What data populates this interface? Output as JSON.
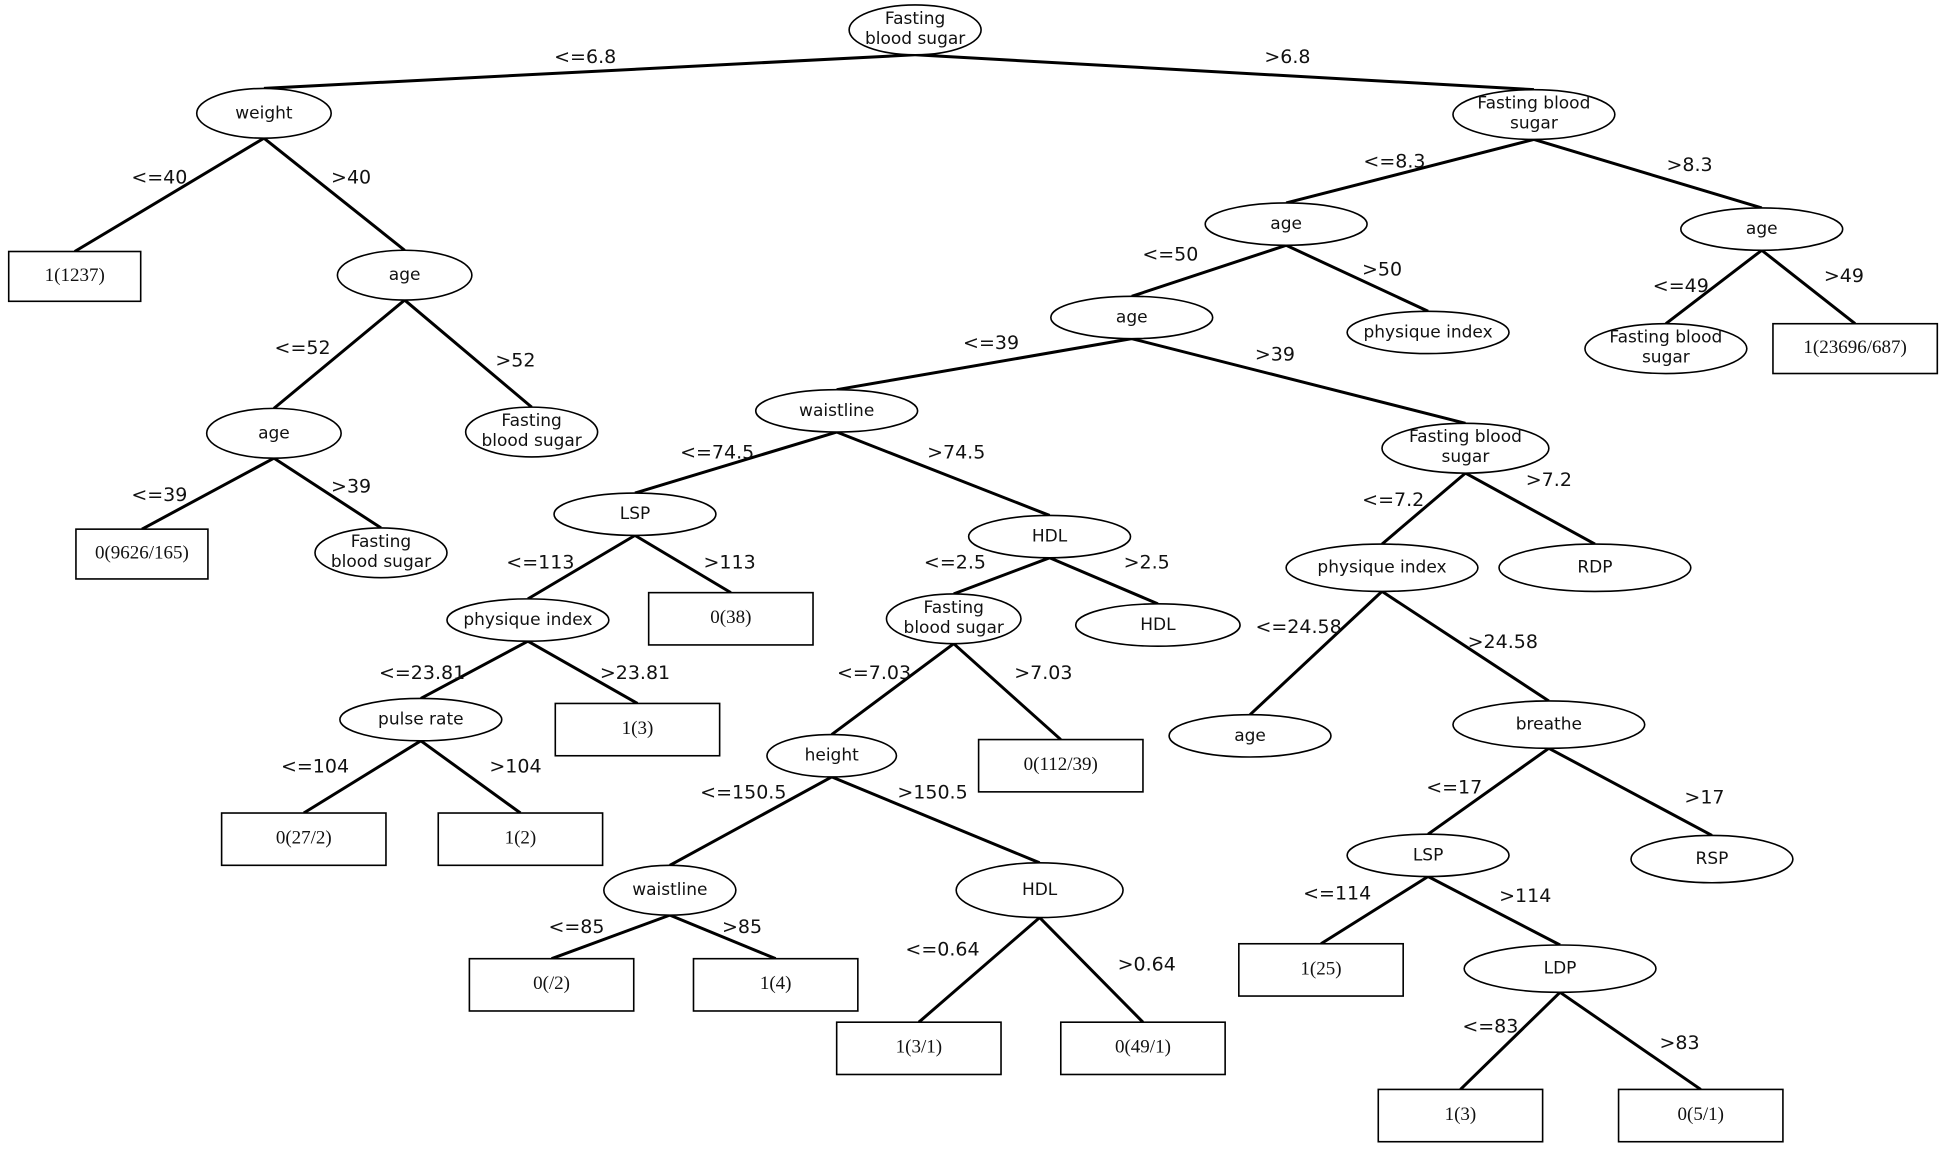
{
  "nodes": {
    "root": "Fasting blood sugar",
    "weight": "weight",
    "fbs_r": "Fasting blood sugar",
    "leaf_1237": "1(1237)",
    "age_w": "age",
    "age_r": "age",
    "age_rr": "age",
    "age_w2": "age",
    "fbs_w": "Fasting blood sugar",
    "age_50": "age",
    "physique_r": "physique index",
    "fbs_49": "Fasting blood sugar",
    "leaf_23696": "1(23696/687)",
    "leaf_9626": "0(9626/165)",
    "fbs_w2": "Fasting blood sugar",
    "waistline": "waistline",
    "fbs_39": "Fasting blood sugar",
    "lsp": "LSP",
    "hdl": "HDL",
    "physique_72": "physique index",
    "rdp": "RDP",
    "physique_113": "physique index",
    "leaf_38": "0(38)",
    "fbs_25": "Fasting blood sugar",
    "hdl2": "HDL",
    "age_2458": "age",
    "breathe": "breathe",
    "pulse": "pulse rate",
    "leaf_1_3a": "1(3)",
    "height": "height",
    "leaf_112": "0(112/39)",
    "lsp2": "LSP",
    "rsp": "RSP",
    "leaf_27": "0(27/2)",
    "leaf_1_2": "1(2)",
    "waistline2": "waistline",
    "hdl3": "HDL",
    "leaf_25": "1(25)",
    "ldp": "LDP",
    "leaf_02": "0(/2)",
    "leaf_14": "1(4)",
    "leaf_31": "1(3/1)",
    "leaf_49": "0(49/1)",
    "leaf_1_3b": "1(3)",
    "leaf_51": "0(5/1)"
  },
  "edges": {
    "root_weight": "<=6.8",
    "root_fbs": ">6.8",
    "weight_leaf": "<=40",
    "weight_age": ">40",
    "fbs_age": "<=8.3",
    "fbs_agerr": ">8.3",
    "agew_age2": "<=52",
    "agew_fbs": ">52",
    "ager_age50": "<=50",
    "ager_phys": ">50",
    "agerr_fbs": "<=49",
    "agerr_leaf": ">49",
    "age2_leaf": "<=39",
    "age2_fbs": ">39",
    "age50_waist": "<=39",
    "age50_fbs": ">39",
    "waist_lsp": "<=74.5",
    "waist_hdl": ">74.5",
    "fbs39_phys": "<=7.2",
    "fbs39_rdp": ">7.2",
    "lsp_phys": "<=113",
    "lsp_leaf": ">113",
    "hdl_fbs": "<=2.5",
    "hdl_hdl": ">2.5",
    "phys72_age": "<=24.58",
    "phys72_breathe": ">24.58",
    "phys_pulse": "<=23.81",
    "phys_leaf": ">23.81",
    "fbs25_height": "<=7.03",
    "fbs25_leaf": ">7.03",
    "breathe_lsp": "<=17",
    "breathe_rsp": ">17",
    "pulse_leaf27": "<=104",
    "pulse_leaf12": ">104",
    "height_waist": "<=150.5",
    "height_hdl": ">150.5",
    "lsp2_leaf": "<=114",
    "lsp2_ldp": ">114",
    "waist2_leaf02": "<=85",
    "waist2_leaf14": ">85",
    "hdl3_leaf31": "<=0.64",
    "hdl3_leaf49": ">0.64",
    "ldp_leaf13": "<=83",
    "ldp_leaf51": ">83"
  }
}
